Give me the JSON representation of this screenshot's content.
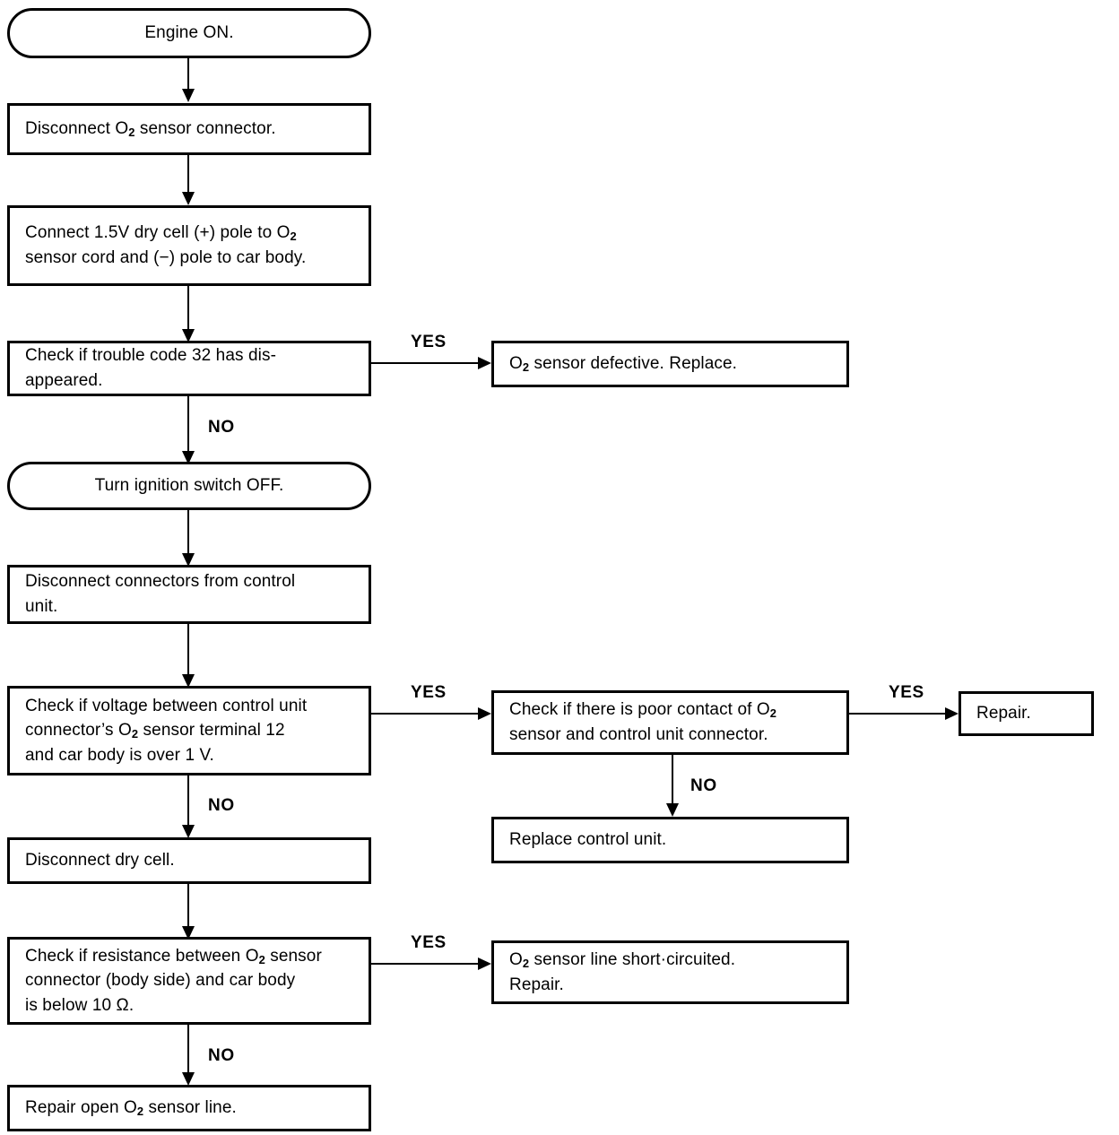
{
  "diagram": {
    "title": "O2 sensor trouble code 32 diagnostic flowchart",
    "ink_color": "#000000",
    "background_color": "#ffffff",
    "nodes": [
      {
        "id": "start",
        "shape": "terminator",
        "text": "Engine ON."
      },
      {
        "id": "disconnect_o2",
        "shape": "process",
        "text": "Disconnect O₂ sensor connector."
      },
      {
        "id": "connect_drycell",
        "shape": "process",
        "text": "Connect  1.5V dry cell (+) pole to O₂\nsensor cord and (−) pole to car body."
      },
      {
        "id": "check_code32",
        "shape": "process",
        "text": "Check if trouble code 32 has dis-\nappeared."
      },
      {
        "id": "sensor_defective",
        "shape": "process",
        "text": "O₂ sensor defective.  Replace."
      },
      {
        "id": "ignition_off",
        "shape": "terminator",
        "text": "Turn ignition switch OFF."
      },
      {
        "id": "disconnect_cu",
        "shape": "process",
        "text": "Disconnect connectors from control\nunit."
      },
      {
        "id": "check_voltage",
        "shape": "process",
        "text": "Check if voltage between control unit\nconnector’s O₂ sensor terminal 12\nand car body is over 1 V."
      },
      {
        "id": "check_contact",
        "shape": "process",
        "text": "Check if there is poor contact of O₂\nsensor and control unit connector."
      },
      {
        "id": "repair",
        "shape": "process",
        "text": "Repair."
      },
      {
        "id": "replace_cu",
        "shape": "process",
        "text": "Replace control unit."
      },
      {
        "id": "disconnect_cell",
        "shape": "process",
        "text": "Disconnect dry cell."
      },
      {
        "id": "check_resistance",
        "shape": "process",
        "text": "Check if resistance between O₂ sensor\nconnector (body side) and car body\nis below 10 Ω."
      },
      {
        "id": "short_circuit",
        "shape": "process",
        "text": "O₂ sensor line short·circuited.\nRepair."
      },
      {
        "id": "repair_open",
        "shape": "process",
        "text": "Repair open O₂ sensor line."
      }
    ],
    "edge_labels": {
      "yes": "YES",
      "no": "NO"
    },
    "edges": [
      {
        "from": "start",
        "to": "disconnect_o2",
        "label": ""
      },
      {
        "from": "disconnect_o2",
        "to": "connect_drycell",
        "label": ""
      },
      {
        "from": "connect_drycell",
        "to": "check_code32",
        "label": ""
      },
      {
        "from": "check_code32",
        "to": "sensor_defective",
        "label": "YES"
      },
      {
        "from": "check_code32",
        "to": "ignition_off",
        "label": "NO"
      },
      {
        "from": "ignition_off",
        "to": "disconnect_cu",
        "label": ""
      },
      {
        "from": "disconnect_cu",
        "to": "check_voltage",
        "label": ""
      },
      {
        "from": "check_voltage",
        "to": "check_contact",
        "label": "YES"
      },
      {
        "from": "check_voltage",
        "to": "disconnect_cell",
        "label": "NO"
      },
      {
        "from": "check_contact",
        "to": "repair",
        "label": "YES"
      },
      {
        "from": "check_contact",
        "to": "replace_cu",
        "label": "NO"
      },
      {
        "from": "disconnect_cell",
        "to": "check_resistance",
        "label": ""
      },
      {
        "from": "check_resistance",
        "to": "short_circuit",
        "label": "YES"
      },
      {
        "from": "check_resistance",
        "to": "repair_open",
        "label": "NO"
      }
    ]
  }
}
